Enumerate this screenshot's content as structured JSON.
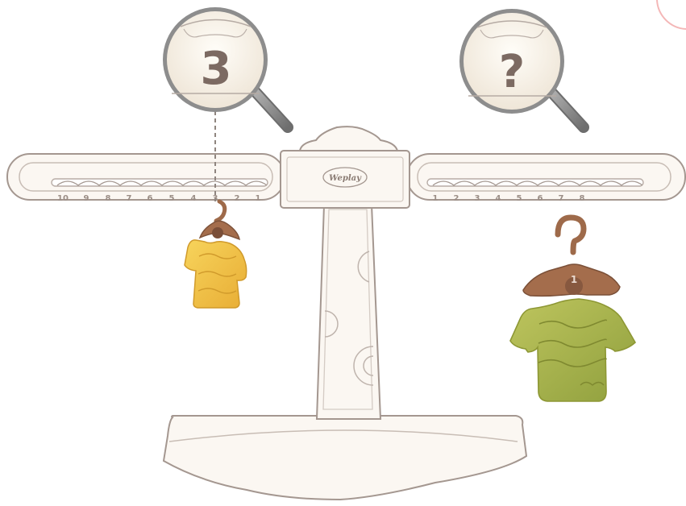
{
  "scene": {
    "brand_logo": "Weplay",
    "left_magnifier_value": "3",
    "right_magnifier_value": "?",
    "left_scale_labels": [
      "10",
      "9",
      "8",
      "7",
      "6",
      "5",
      "4",
      "3",
      "2",
      "1"
    ],
    "right_scale_labels": [
      "1",
      "2",
      "3",
      "4",
      "5",
      "6",
      "7",
      "8"
    ],
    "right_hanger_number": "1"
  },
  "colors": {
    "scale_fill": "#fbf7f2",
    "scale_stroke": "#a49790",
    "lens_fill": "#f4efe3",
    "lens_rim": "#8f8f8f",
    "magnifier_handle": "#8a8a8a",
    "hanger_brown": "#9e6a4a",
    "yellow_shirt": "#f0c44a",
    "green_shirt": "#a8b24c"
  },
  "icons": {
    "left_magnifier": "magnifier-icon",
    "right_magnifier": "magnifier-icon",
    "small_shirt": "yellow-shirt-icon",
    "large_shirt": "green-shirt-icon",
    "hanger": "hanger-icon"
  }
}
